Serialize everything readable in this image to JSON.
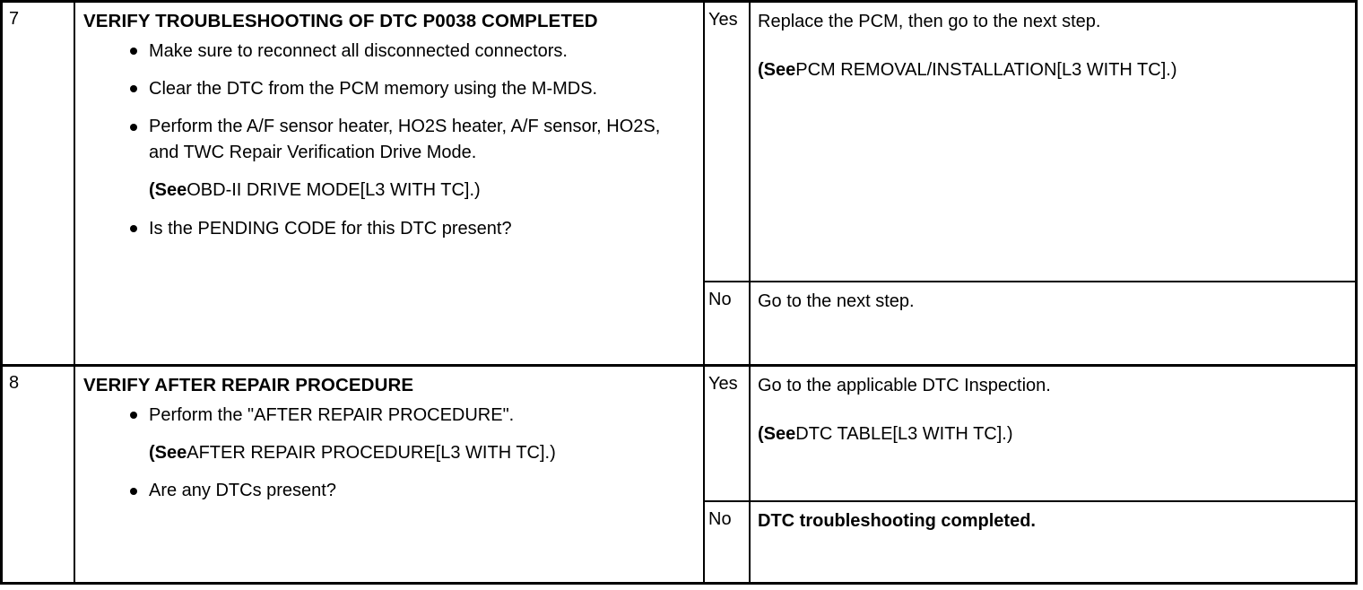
{
  "table": {
    "rows": [
      {
        "step": "7",
        "heading": "VERIFY TROUBLESHOOTING OF DTC P0038 COMPLETED",
        "bullets": [
          "Make sure to reconnect all disconnected connectors.",
          "Clear the DTC from the PCM memory using the M-MDS.",
          "Perform the A/F sensor heater, HO2S heater, A/F sensor, HO2S, and TWC Repair Verification Drive Mode."
        ],
        "see_note_prefix": "(See",
        "see_note_text": "OBD-II DRIVE MODE[L3 WITH TC].)",
        "final_bullet": "Is the PENDING CODE for this DTC present?",
        "answers": [
          {
            "label": "Yes",
            "lines": [
              {
                "prefix": "",
                "text": "Replace the PCM, then go to the next step."
              },
              {
                "prefix": "(See",
                "text": "PCM REMOVAL/INSTALLATION[L3 WITH TC].)"
              }
            ]
          },
          {
            "label": "No",
            "lines": [
              {
                "prefix": "",
                "text": "Go to the next step."
              }
            ]
          }
        ]
      },
      {
        "step": "8",
        "heading": "VERIFY AFTER REPAIR PROCEDURE",
        "bullets": [
          "Perform the \"AFTER REPAIR PROCEDURE\"."
        ],
        "see_note_prefix": "(See",
        "see_note_text": "AFTER REPAIR PROCEDURE[L3 WITH TC].)",
        "final_bullet": "Are any DTCs present?",
        "answers": [
          {
            "label": "Yes",
            "lines": [
              {
                "prefix": "",
                "text": "Go to the applicable DTC Inspection."
              },
              {
                "prefix": "(See",
                "text": "DTC TABLE[L3 WITH TC].)"
              }
            ]
          },
          {
            "label": "No",
            "lines": [
              {
                "prefix": "",
                "text": "DTC troubleshooting completed."
              }
            ]
          }
        ]
      }
    ]
  }
}
